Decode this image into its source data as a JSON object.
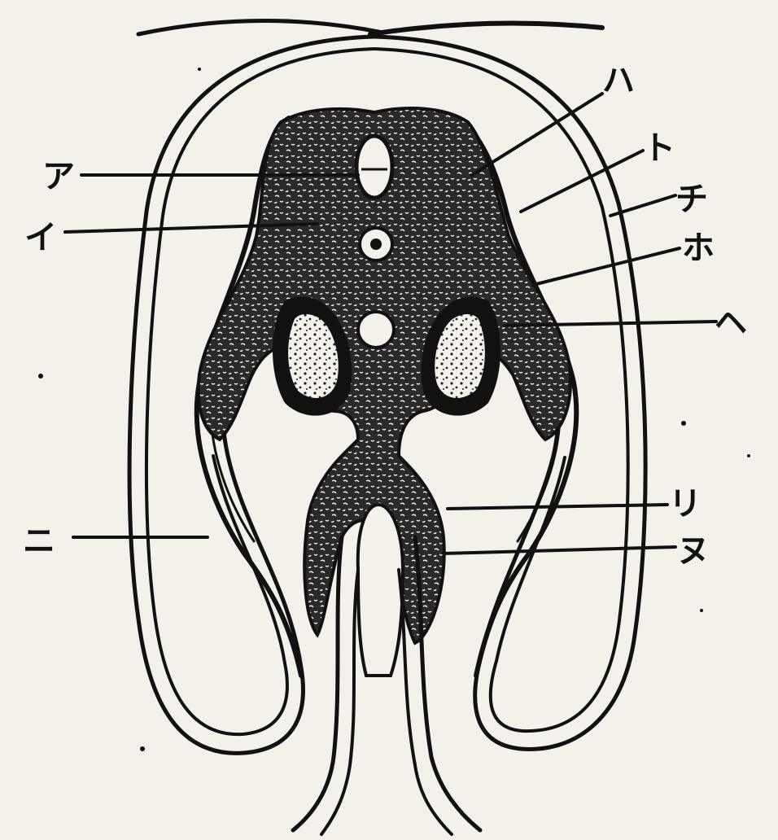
{
  "labels": {
    "a": "ア",
    "i": "イ",
    "ni": "ニ",
    "ha": "ハ",
    "to": "ト",
    "chi": "チ",
    "ho": "ホ",
    "he": "ヘ",
    "ri": "リ",
    "nu": "ヌ"
  },
  "colors": {
    "ink": "#111111",
    "paper": "#f3f1ea"
  }
}
